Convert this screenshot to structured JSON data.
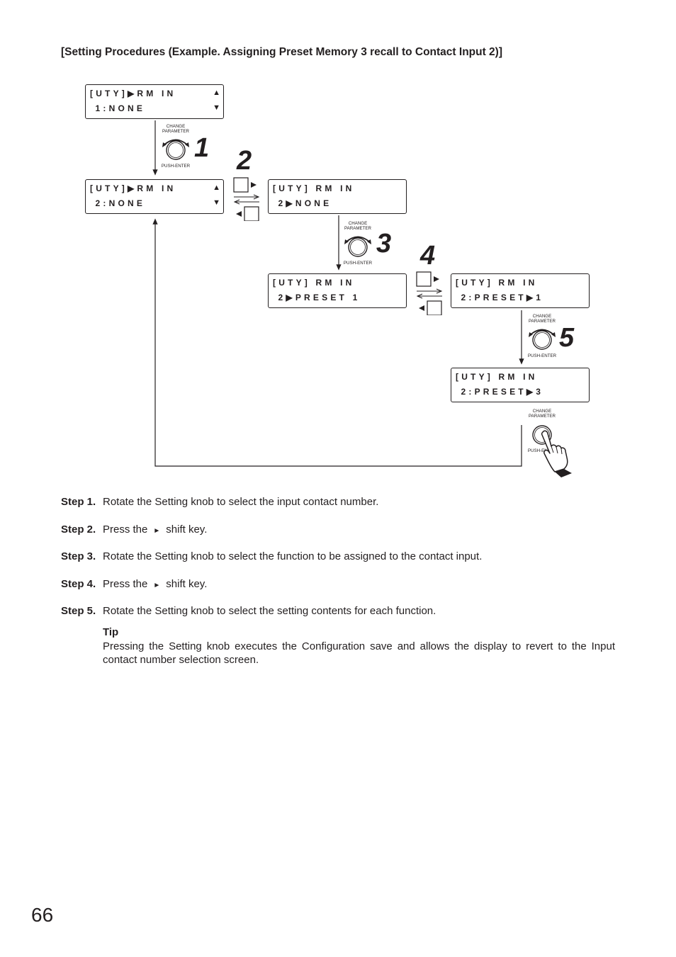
{
  "heading": "[Setting Procedures (Example. Assigning Preset Memory 3 recall to Contact Input 2)]",
  "knob": {
    "top_label_1": "CHANGE",
    "top_label_2": "PARAMETER",
    "bottom_label": "PUSH-ENTER"
  },
  "displays": [
    {
      "line1": "[UTY]▶RM IN",
      "line2": " 1:NONE",
      "arrow_up": "▲",
      "arrow_down": "▼"
    },
    {
      "line1": "[UTY]▶RM IN",
      "line2": " 2:NONE",
      "arrow_up": "▲",
      "arrow_down": "▼"
    },
    {
      "line1": "[UTY] RM IN",
      "line2": " 2▶NONE"
    },
    {
      "line1": "[UTY] RM IN",
      "line2": " 2▶PRESET 1"
    },
    {
      "line1": "[UTY] RM IN",
      "line2": " 2:PRESET▶1"
    },
    {
      "line1": "[UTY] RM IN",
      "line2": " 2:PRESET▶3"
    }
  ],
  "step_numbers": [
    "1",
    "2",
    "3",
    "4",
    "5"
  ],
  "steps": [
    {
      "label": "Step 1.",
      "text": "Rotate the Setting knob to select the input contact number."
    },
    {
      "label": "Step 2.",
      "text_before": "Press the",
      "symbol": "►",
      "text_after": "shift key."
    },
    {
      "label": "Step 3.",
      "text": "Rotate the Setting knob to select the function to be assigned to the contact input."
    },
    {
      "label": "Step 4.",
      "text_before": "Press the",
      "symbol": "►",
      "text_after": "shift key."
    },
    {
      "label": "Step 5.",
      "text": "Rotate the Setting knob to select the setting contents for each function."
    }
  ],
  "tip": {
    "title": "Tip",
    "text": "Pressing the Setting knob executes the Configuration save and allows the display to revert to the Input contact number selection screen."
  },
  "page_number": "66"
}
